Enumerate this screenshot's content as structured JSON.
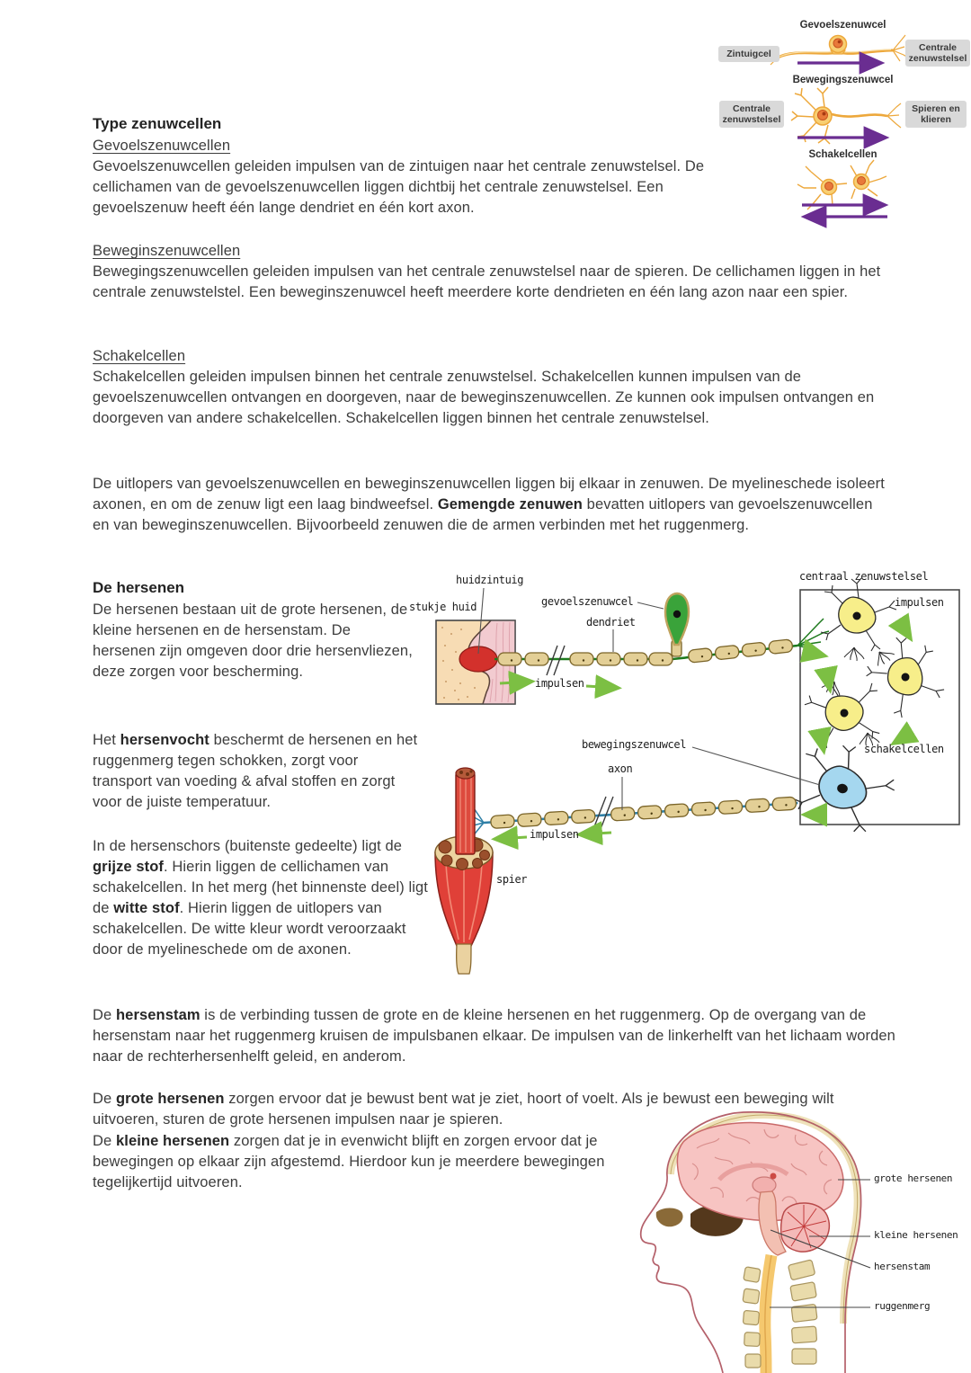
{
  "colors": {
    "body_text": "#3d3d3d",
    "arrow_purple": "#6a2d91",
    "arrow_green": "#7cbf43",
    "label_box_gray": "#d9d9d9",
    "myelin_tan": "#e3cf96",
    "sensory_green": "#3aa33a",
    "interneuron_yellow": "#f7ee8a",
    "motor_blue": "#a5d7ef",
    "muscle_red": "#e04038",
    "brain_pink": "#f7c4c2",
    "spine_yellow": "#f5c86e"
  },
  "top_figure": {
    "rows": [
      {
        "title": "Gevoelszenuwcel",
        "left": "Zintuigcel",
        "right": "Centrale zenuwstelsel"
      },
      {
        "title": "Bewegingszenuwcel",
        "left": "Centrale zenuwstelsel",
        "right": "Spieren en klieren"
      },
      {
        "title": "Schakelcellen"
      }
    ]
  },
  "content": {
    "page_title": "Type zenuwcellen",
    "sections": [
      {
        "heading": "Gevoelszenuwcellen",
        "body": "Gevoelszenuwcellen geleiden impulsen van de zintuigen naar het centrale zenuwstelsel. De cellichamen van de gevoelszenuwcellen liggen dichtbij het centrale zenuwstelsel. Een gevoelszenuw heeft één lange dendriet en één kort axon."
      },
      {
        "heading": "Beweginszenuwcellen",
        "body": "Bewegingszenuwcellen geleiden impulsen van het centrale zenuwstelsel naar de spieren. De cellichamen liggen in het centrale zenuwstelstel. Een beweginszenuwcel heeft meerdere korte dendrieten en één lang azon naar een spier."
      },
      {
        "heading": "Schakelcellen",
        "body": "Schakelcellen geleiden impulsen binnen het centrale zenuwstelsel. Schakelcellen kunnen impulsen van de gevoelszenuwcellen ontvangen en doorgeven, naar de beweginszenuwcellen. Ze kunnen ook impulsen ontvangen en doorgeven van andere schakelcellen. Schakelcellen liggen binnen het centrale zenuwstelsel."
      }
    ],
    "mixed": [
      {
        "t": "De uitlopers van gevoelszenuwcellen en beweginszenuwcellen liggen bij elkaar in zenuwen. De myelineschede isoleert axonen, en om de zenuw ligt een laag bindweefsel. "
      },
      {
        "t": "Gemengde zenuwen",
        "b": true
      },
      {
        "t": " bevatten uitlopers van gevoelszenuwcellen en van beweginszenuwcellen. Bijvoorbeeld zenuwen die de armen verbinden met het ruggenmerg."
      }
    ],
    "brain": {
      "heading": "De hersenen",
      "body": "De hersenen bestaan uit de grote hersenen, de kleine hersenen en de hersenstam. De hersenen zijn omgeven door drie hersenvliezen, deze zorgen voor bescherming."
    },
    "fluid": [
      {
        "t": "Het "
      },
      {
        "t": "hersenvocht",
        "b": true
      },
      {
        "t": " beschermt de hersenen en het ruggenmerg tegen schokken, zorgt voor transport van voeding & afval stoffen en zorgt voor de juiste temperatuur."
      }
    ],
    "cortex": [
      {
        "t": "In de hersenschors (buitenste gedeelte) ligt de "
      },
      {
        "t": "grijze stof",
        "b": true
      },
      {
        "t": ". Hierin liggen de cellichamen van schakelcellen. In het merg (het binnenste deel) ligt de "
      },
      {
        "t": "witte stof",
        "b": true
      },
      {
        "t": ". Hierin liggen de uitlopers van schakelcellen. De witte kleur wordt veroorzaakt door de myelineschede om de axonen."
      }
    ],
    "brainstem": [
      {
        "t": "De "
      },
      {
        "t": "hersenstam",
        "b": true
      },
      {
        "t": " is de verbinding tussen de grote en de kleine hersenen en het ruggenmerg. Op de overgang van de hersenstam naar het ruggenmerg kruisen de impulsbanen elkaar. De impulsen van de linkerhelft van het lichaam worden naar de rechterhersenhelft geleid, en anderom."
      }
    ],
    "cerebrum": [
      {
        "t": "De "
      },
      {
        "t": "grote hersenen",
        "b": true
      },
      {
        "t": " zorgen ervoor dat je bewust bent wat je ziet, hoort of voelt. Als je bewust een beweging wilt uitvoeren, sturen de grote hersenen impulsen naar je spieren."
      }
    ],
    "cerebellum": [
      {
        "t": "De "
      },
      {
        "t": "kleine hersenen",
        "b": true
      },
      {
        "t": " zorgen dat je in evenwicht blijft en zorgen ervoor dat je bewegingen op elkaar zijn afgestemd. Hierdoor kun je meerdere bewegingen tegelijkertijd uitvoeren."
      }
    ]
  },
  "middle_figure": {
    "labels": {
      "huidzintuig": "huidzintuig",
      "stukje_huid": "stukje huid",
      "gevoelszenuwcel": "gevoelszenuwcel",
      "dendriet": "dendriet",
      "impulsen_skin": "impulsen",
      "centraal": "centraal zenuwstelsel",
      "impulsen_cns": "impulsen",
      "schakelcellen": "schakelcellen",
      "bewegingszenuwcel": "bewegingszenuwcel",
      "axon": "axon",
      "impulsen_muscle": "impulsen",
      "spier": "spier"
    }
  },
  "head_figure": {
    "labels": [
      "grote hersenen",
      "kleine hersenen",
      "hersenstam",
      "ruggenmerg"
    ]
  }
}
